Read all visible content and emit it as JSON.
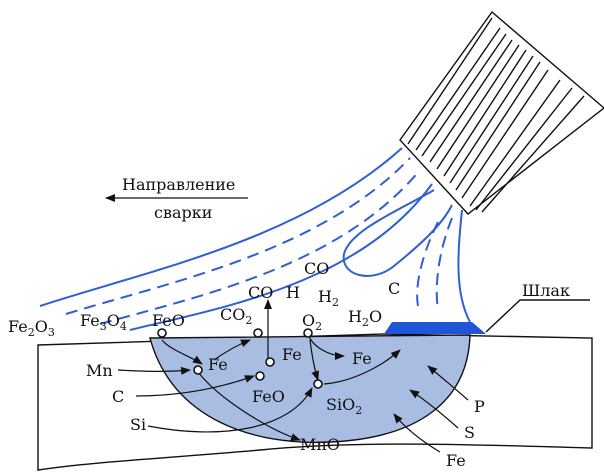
{
  "colors": {
    "pool": "#a9bde3",
    "slag": "#1f55d6",
    "gas": "#2f5fd0",
    "ink": "#111111"
  },
  "direction": {
    "line1": "Направление",
    "line2": "сварки"
  },
  "slag_label": "Шлак",
  "surface_labels": {
    "fe2o3": {
      "a": "Fe",
      "b": "2",
      "c": "O",
      "d": "3"
    },
    "fe3o4": {
      "a": "Fe",
      "b": "3",
      "c": "O",
      "d": "4"
    },
    "feo": "FeO"
  },
  "gas_labels": {
    "co_top": "CO",
    "co": "CO",
    "h": "H",
    "co2": {
      "a": "CO",
      "b": "2"
    },
    "h2": {
      "a": "H",
      "b": "2"
    },
    "h2o": {
      "a": "H",
      "b": "2",
      "c": "O"
    },
    "o2": {
      "a": "O",
      "b": "2"
    },
    "c_arc": "C"
  },
  "pool_labels": {
    "fe_center": "Fe",
    "fe_mid": "Fe",
    "fe_right": "Fe",
    "feo_low": "FeO",
    "sio2": {
      "a": "SiO",
      "b": "2"
    },
    "mno": "MnO"
  },
  "side_labels": {
    "mn": "Mn",
    "c": "C",
    "si": "Si",
    "p": "P",
    "s": "S",
    "fe": "Fe"
  }
}
